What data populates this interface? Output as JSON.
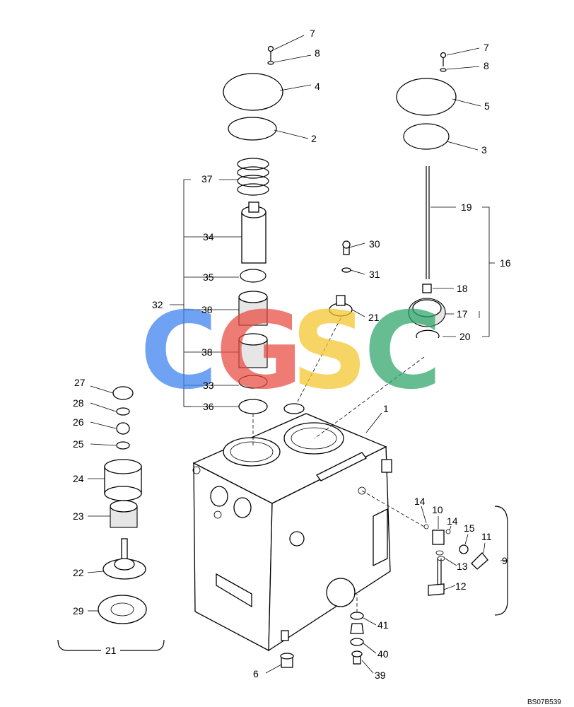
{
  "drawing_code": "BS07B539",
  "watermark": {
    "letters": [
      {
        "char": "C",
        "color": "#3a7ff0"
      },
      {
        "char": "G",
        "color": "#e84a3f"
      },
      {
        "char": "S",
        "color": "#f5c52a"
      },
      {
        "char": "C",
        "color": "#2aa568"
      }
    ]
  },
  "callouts": {
    "n1": "1",
    "n2": "2",
    "n3": "3",
    "n4": "4",
    "n5": "5",
    "n6": "6",
    "n7a": "7",
    "n7b": "7",
    "n8a": "8",
    "n8b": "8",
    "n9": "9",
    "n10": "10",
    "n11": "11",
    "n12": "12",
    "n13": "13",
    "n14a": "14",
    "n14b": "14",
    "n15": "15",
    "n16": "16",
    "n17": "17",
    "n18": "18",
    "n19": "19",
    "n20": "20",
    "n21a": "21",
    "n21b": "21",
    "n22": "22",
    "n23": "23",
    "n24": "24",
    "n25": "25",
    "n26": "26",
    "n27": "27",
    "n28": "28",
    "n29": "29",
    "n30": "30",
    "n31": "31",
    "n32": "32",
    "n33": "33",
    "n34": "34",
    "n35": "35",
    "n36": "36",
    "n37": "37",
    "n38a": "38",
    "n38b": "38",
    "n39": "39",
    "n40": "40",
    "n41": "41"
  }
}
